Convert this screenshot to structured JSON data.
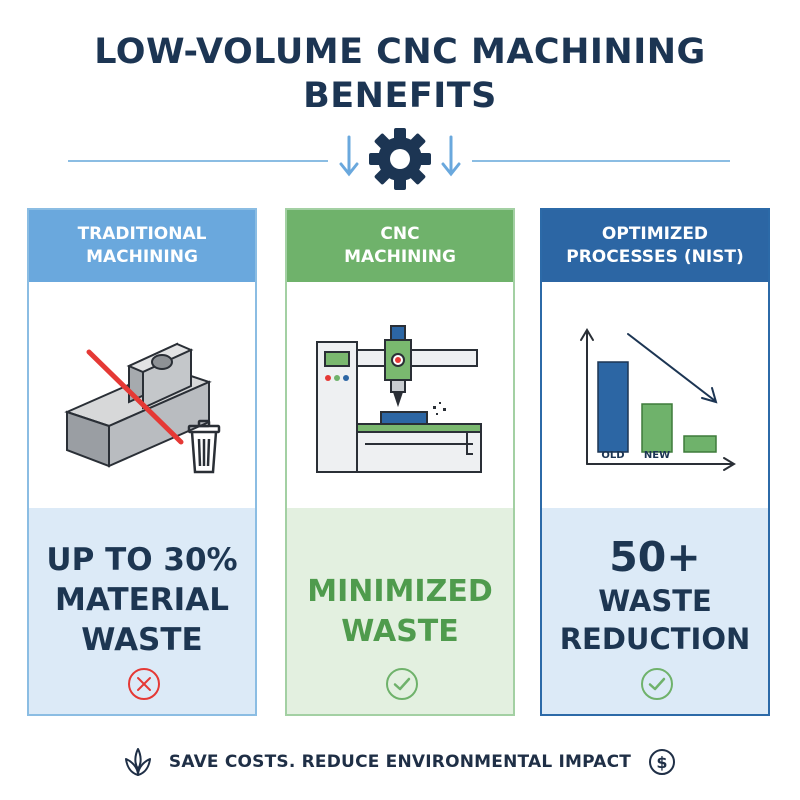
{
  "title": {
    "line1": "LOW-VOLUME CNC MACHINING",
    "line2": "BENEFITS"
  },
  "icons": {
    "divider": "gear-icon",
    "arrows": "arrow-down-icon",
    "bottom_left": "leaf-icon",
    "bottom_right": "dollar-coin-icon"
  },
  "colors": {
    "navy": "#1c3553",
    "light_blue": "#6aa8dd",
    "green": "#6fb26b",
    "dark_blue": "#2c66a4",
    "red": "#e53935"
  },
  "cards": [
    {
      "header_line1": "TRADITIONAL",
      "header_line2": "MACHINING",
      "illustration": "machined-block-crossed-out-with-trash-bin",
      "value_lines": [
        "UP TO 30%",
        "MATERIAL",
        "WASTE"
      ],
      "status_icon": "x-circle-icon"
    },
    {
      "header_line1": "CNC",
      "header_line2": "MACHINING",
      "illustration": "cnc-milling-machine",
      "value_lines": [
        "MINIMIZED",
        "WASTE"
      ],
      "status_icon": "check-circle-icon"
    },
    {
      "header_line1": "OPTIMIZED",
      "header_line2": "PROCESSES (NIST)",
      "illustration": "declining-bar-chart",
      "chart_labels": [
        "OLD",
        "NEW"
      ],
      "value_number": "50+",
      "value_lines": [
        "WASTE",
        "REDUCTION"
      ],
      "status_icon": "check-circle-icon"
    }
  ],
  "footer": {
    "text": "SAVE COSTS. REDUCE ENVIRONMENTAL IMPACT"
  }
}
